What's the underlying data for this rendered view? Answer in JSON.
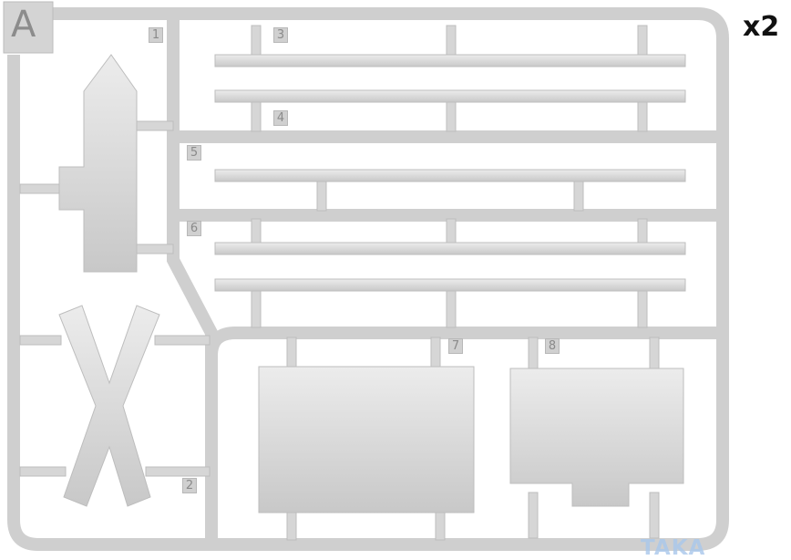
{
  "sprue": {
    "letter": "A",
    "quantity": "x2",
    "part_numbers": [
      "1",
      "2",
      "3",
      "4",
      "5",
      "6",
      "7",
      "8"
    ],
    "plastic_color": "#dcdcdc"
  },
  "watermark": "TAKA Hobby"
}
